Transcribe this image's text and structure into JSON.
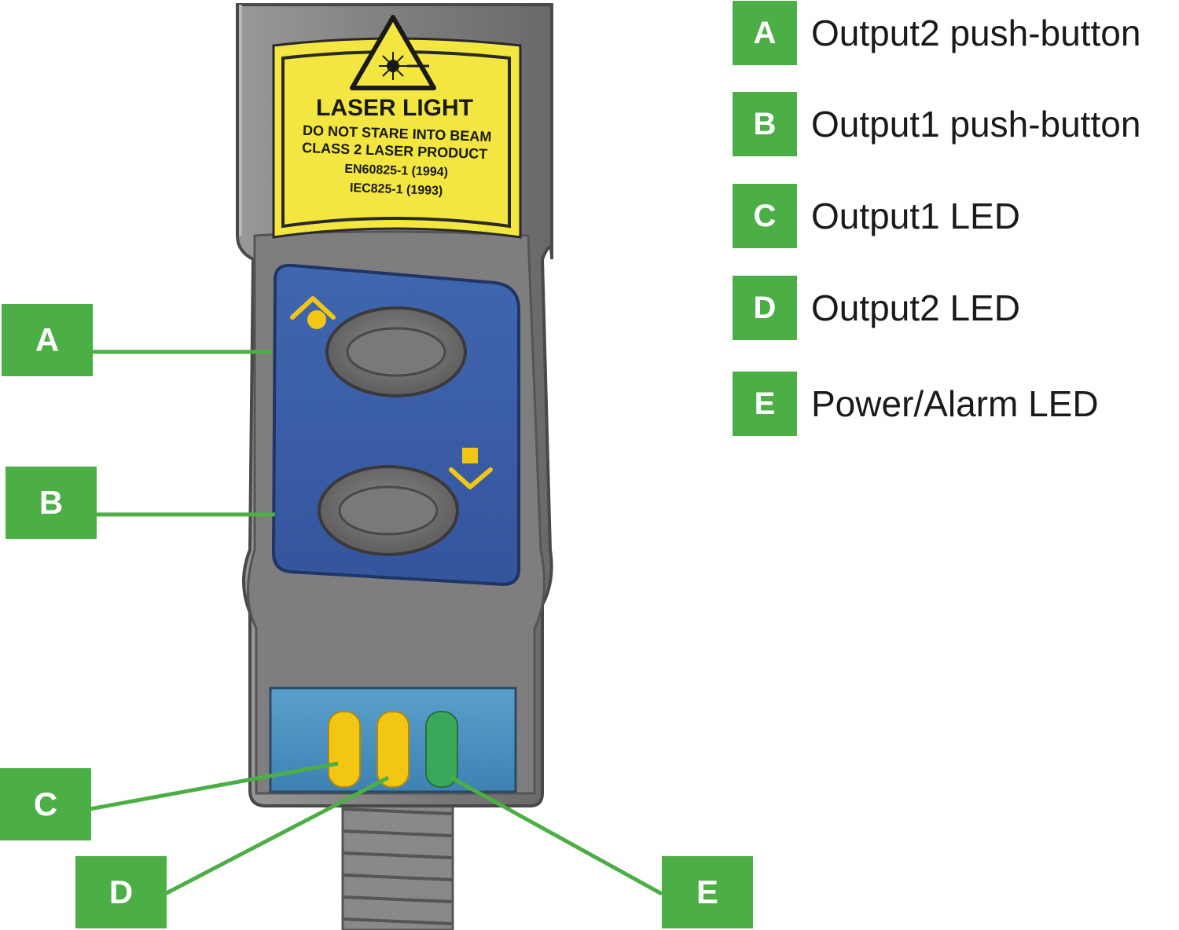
{
  "warning_label": {
    "title": "LASER LIGHT",
    "lines": [
      "DO NOT STARE INTO BEAM",
      "CLASS 2 LASER PRODUCT",
      "EN60825-1 (1994)",
      "IEC825-1 (1993)"
    ]
  },
  "callouts": {
    "a": "A",
    "b": "B",
    "c": "C",
    "d": "D",
    "e": "E"
  },
  "legend": [
    {
      "letter": "A",
      "text": "Output2 push-button"
    },
    {
      "letter": "B",
      "text": "Output1 push-button"
    },
    {
      "letter": "C",
      "text": "Output1 LED"
    },
    {
      "letter": "D",
      "text": "Output2 LED"
    },
    {
      "letter": "E",
      "text": "Power/Alarm LED"
    }
  ],
  "colors": {
    "callout_green": "#4caf45",
    "housing_gray": "#7a7878",
    "panel_blue": "#3a5da8",
    "label_yellow": "#f3e640",
    "led_yellow": "#f3c614",
    "led_green": "#3aa85a",
    "led_strip_blue": "#4a90bd"
  }
}
